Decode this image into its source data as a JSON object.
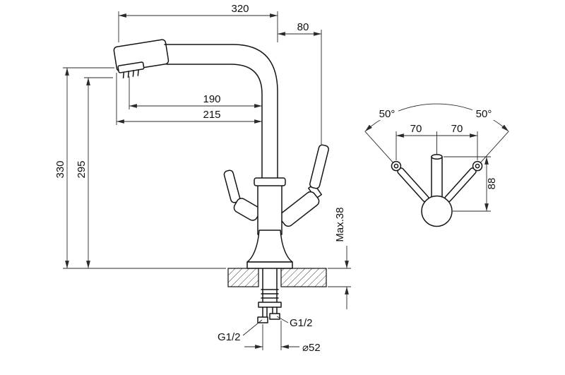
{
  "side_view": {
    "spout_width": "320",
    "handle_offset": "80",
    "spout_reach": "190",
    "spout_reach_total": "215",
    "height_total": "330",
    "height_spout": "295",
    "max_mount_thickness": "Max.38",
    "thread_left": "G1/2",
    "thread_right": "G1/2",
    "base_diameter": "⌀52"
  },
  "top_view": {
    "handle_angle_left": "50°",
    "handle_angle_right": "50°",
    "handle_span_left": "70",
    "handle_span_right": "70",
    "handle_height": "88"
  },
  "colors": {
    "line": "#151515",
    "background": "#ffffff"
  }
}
